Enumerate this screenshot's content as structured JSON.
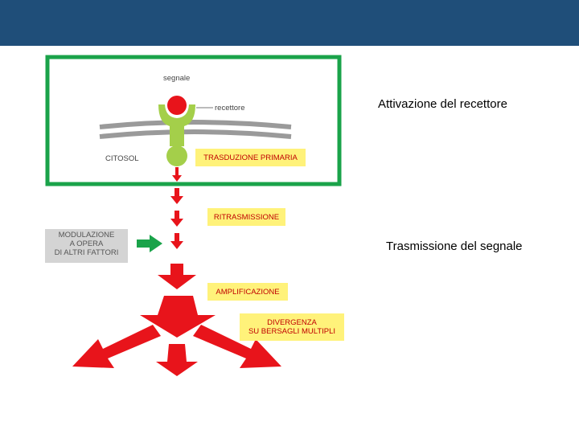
{
  "diagram": {
    "signal_label": "segnale",
    "receptor_label": "recettore",
    "cytosol_label": "CITOSOL",
    "primary_transduction": "TRASDUZIONE PRIMARIA",
    "retransmission": "RITRASMISSIONE",
    "modulation_line1": "MODULAZIONE",
    "modulation_line2": "A OPERA",
    "modulation_line3": "DI ALTRI FATTORI",
    "amplification": "AMPLIFICAZIONE",
    "divergence_line1": "DIVERGENZA",
    "divergence_line2": "SU BERSAGLI MULTIPLI"
  },
  "side_labels": {
    "receptor_activation": "Attivazione del recettore",
    "signal_transmission": "Trasmissione del segnale"
  },
  "colors": {
    "header": "#1f4e79",
    "frame": "#1aa34a",
    "arrow": "#e8141b",
    "receptor": "#a4cf4a",
    "membrane": "#9a9a9a",
    "label_box": "#fff27a"
  }
}
